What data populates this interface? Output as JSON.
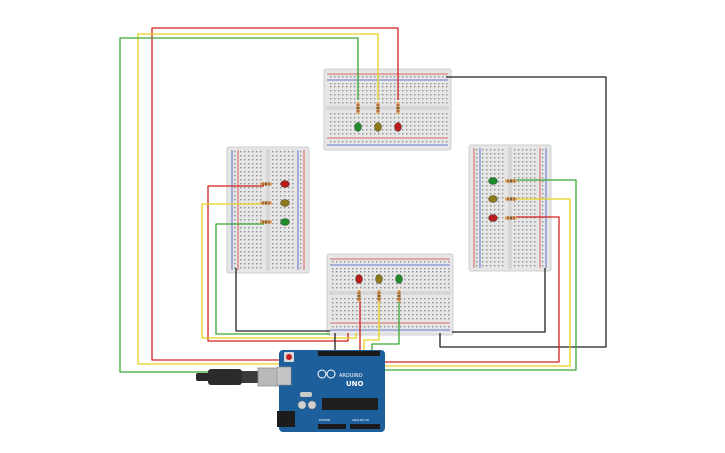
{
  "colors": {
    "wire_red": "#d42121",
    "wire_yellow": "#e6d21c",
    "wire_green": "#3aa635",
    "wire_black": "#222222",
    "led_red": "#b81c1c",
    "led_yellow": "#8c7a1a",
    "led_green": "#1f8a2a",
    "board_blue": "#1c5f9a",
    "breadboard": "#e6e6e6"
  },
  "components": {
    "breadboards": [
      "breadboard-top",
      "breadboard-left",
      "breadboard-right",
      "breadboard-bottom"
    ],
    "leds_per_breadboard": [
      "red",
      "yellow",
      "green"
    ],
    "resistors_per_breadboard": 3,
    "microcontroller": "arduino-uno",
    "usb_cable": "usb-cable-icon"
  },
  "arduino": {
    "brand_label": "ARDUINO",
    "model_label": "UNO",
    "header_label_left": "POWER",
    "header_label_right": "ANALOG IN"
  }
}
